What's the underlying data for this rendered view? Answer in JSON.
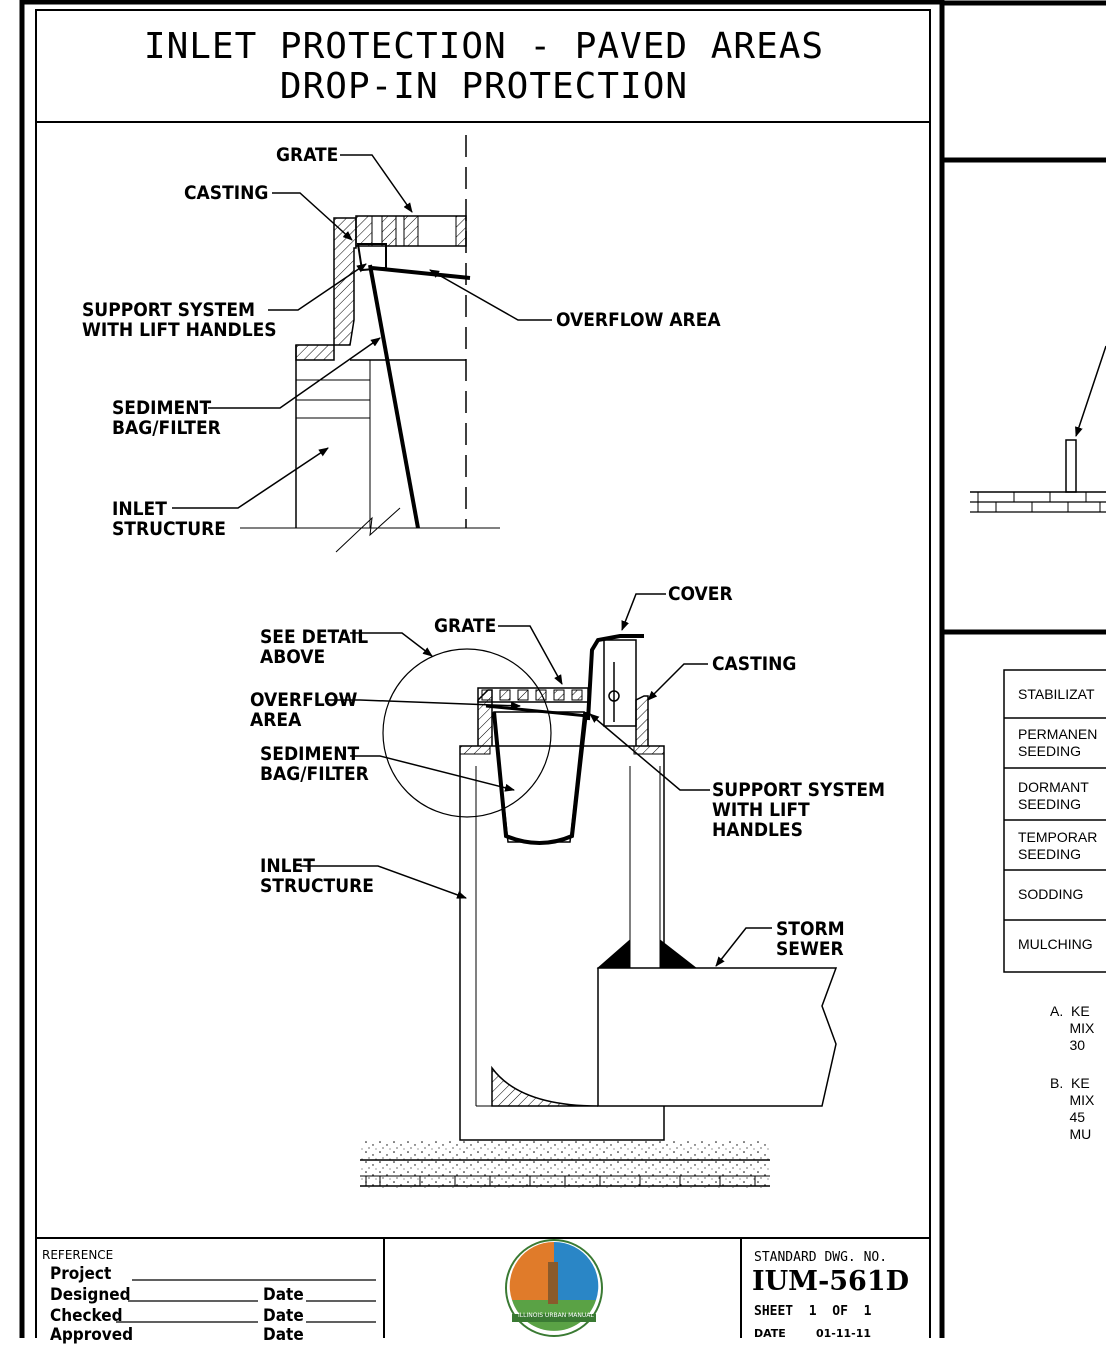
{
  "title": {
    "line1": "INLET PROTECTION - PAVED AREAS",
    "line2": "DROP-IN PROTECTION"
  },
  "detail_top": {
    "grate": "GRATE",
    "casting": "CASTING",
    "support_system": "SUPPORT SYSTEM\nWITH LIFT HANDLES",
    "overflow_area": "OVERFLOW AREA",
    "sediment_bag": "SEDIMENT\nBAG/FILTER",
    "inlet_structure": "INLET\nSTRUCTURE"
  },
  "detail_bottom": {
    "cover": "COVER",
    "see_detail": "SEE DETAIL\nABOVE",
    "grate": "GRATE",
    "casting": "CASTING",
    "overflow_area": "OVERFLOW\nAREA",
    "sediment_bag": "SEDIMENT\nBAG/FILTER",
    "support_system": "SUPPORT SYSTEM\nWITH LIFT\nHANDLES",
    "inlet_structure": "INLET\nSTRUCTURE",
    "storm_sewer": "STORM\nSEWER"
  },
  "title_block": {
    "reference": "REFERENCE",
    "project": "Project",
    "designed": "Designed",
    "checked": "Checked",
    "approved": "Approved",
    "date": "Date",
    "logo_text": "ILLINOIS URBAN MANUAL",
    "std_dwg_label": "STANDARD DWG. NO.",
    "dwg_no": "IUM-561D",
    "sheet": "SHEET  1  OF  1",
    "date_label": "DATE",
    "date_value": "01-11-11",
    "logo_colors": {
      "orange": "#e07b2a",
      "blue": "#2a86c6",
      "green": "#5aa245",
      "brown": "#8a5a2b"
    }
  },
  "right_panel": {
    "table_rows": [
      "STABILIZAT",
      "PERMANEN\nSEEDING",
      "DORMANT\nSEEDING",
      "TEMPORAR\nSEEDING",
      "SODDING",
      "MULCHING"
    ],
    "note_a": "A.  KE\n     MIX\n     30",
    "note_b": "B.  KE\n     MIX\n     45\n     MU"
  }
}
